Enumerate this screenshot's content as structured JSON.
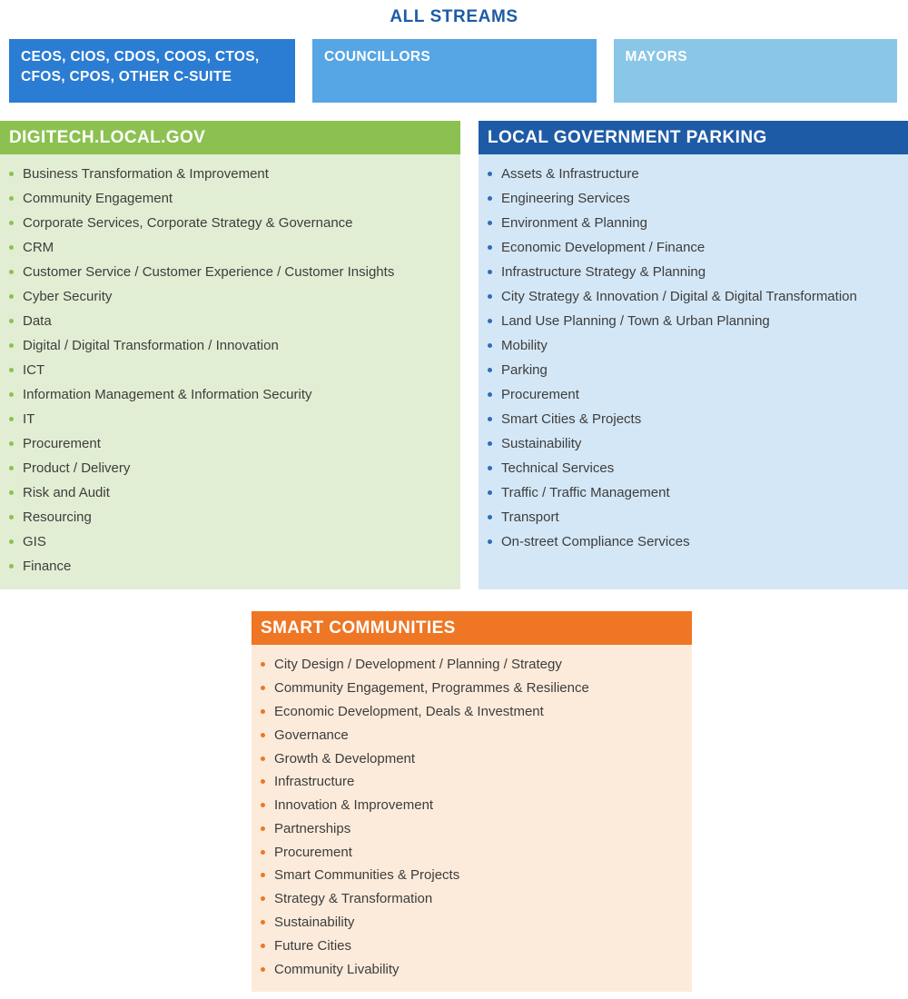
{
  "page_title": "ALL STREAMS",
  "title_color": "#1e5ba6",
  "streams": [
    {
      "label": "CEOS, CIOS, CDOS, COOS, CTOS, CFOS, CPOS, OTHER C-SUITE",
      "color": "#2b7cd3"
    },
    {
      "label": "COUNCILLORS",
      "color": "#56a5e4"
    },
    {
      "label": "MAYORS",
      "color": "#8ac6e7"
    }
  ],
  "panels": {
    "digitech": {
      "title": "DIGITECH.LOCAL.GOV",
      "header_color": "#8cc152",
      "body_color": "#e2eed3",
      "bullet_color": "#8cc152",
      "items": [
        "Business Transformation & Improvement",
        "Community Engagement",
        "Corporate Services, Corporate Strategy & Governance",
        "CRM",
        "Customer Service / Customer Experience / Customer Insights",
        "Cyber Security",
        "Data",
        "Digital / Digital Transformation / Innovation",
        "ICT",
        "Information Management & Information Security",
        "IT",
        "Procurement",
        "Product / Delivery",
        "Risk and Audit",
        "Resourcing",
        "GIS",
        "Finance"
      ]
    },
    "parking": {
      "title": "LOCAL GOVERNMENT PARKING",
      "header_color": "#1e5ba6",
      "body_color": "#d4e7f6",
      "bullet_color": "#2f6cb5",
      "items": [
        "Assets & Infrastructure",
        "Engineering Services",
        "Environment & Planning",
        "Economic Development / Finance",
        "Infrastructure Strategy & Planning",
        "City Strategy & Innovation / Digital & Digital Transformation",
        "Land Use Planning / Town & Urban Planning",
        "Mobility",
        "Parking",
        "Procurement",
        "Smart Cities & Projects",
        "Sustainability",
        "Technical Services",
        "Traffic / Traffic Management",
        "Transport",
        "On-street Compliance Services"
      ]
    },
    "smart_communities": {
      "title": "SMART COMMUNITIES",
      "header_color": "#ee7624",
      "body_color": "#fcebdb",
      "bullet_color": "#ee7624",
      "items": [
        "City Design / Development / Planning / Strategy",
        "Community Engagement, Programmes & Resilience",
        "Economic Development, Deals & Investment",
        "Governance",
        "Growth & Development",
        "Infrastructure",
        "Innovation & Improvement",
        "Partnerships",
        "Procurement",
        "Smart Communities & Projects",
        "Strategy & Transformation",
        "Sustainability",
        "Future Cities",
        "Community Livability"
      ]
    }
  }
}
